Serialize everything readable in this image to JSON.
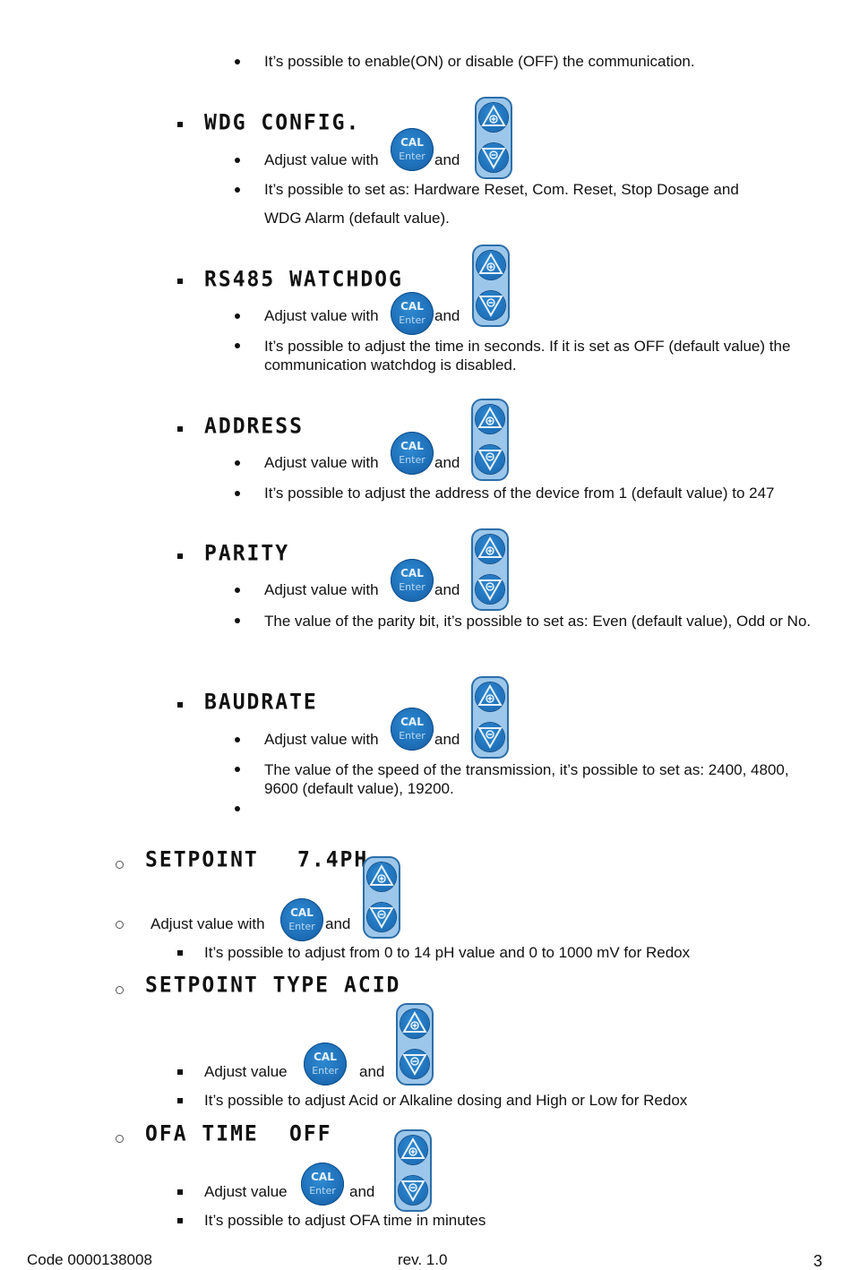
{
  "texts": {
    "comm_enable": "It’s possible to enable(ON) or disable (OFF) the communication.",
    "adjust_with": "Adjust value with",
    "and": "and",
    "adjust_value": "Adjust value",
    "wdg_desc_1": "It’s possible to set as: Hardware Reset, Com. Reset, Stop Dosage and",
    "wdg_desc_2": "WDG Alarm (default value).",
    "rs485_desc": "It’s possible to adjust the time in seconds. If it is set as OFF (default value) the communication watchdog is disabled.",
    "address_desc": "It’s possible to adjust the address of the device from 1 (default value) to 247",
    "parity_desc": "The value of the parity bit, it’s possible to set as: Even (default value), Odd or No.",
    "baud_desc": "The value of the speed of the transmission, it’s possible to set as: 2400, 4800, 9600 (default value), 19200.",
    "setpoint_desc": "It’s possible to adjust from 0 to 14 pH value and 0 to 1000 mV for Redox",
    "sptype_desc": "It’s possible to adjust Acid or Alkaline dosing and High or Low for Redox",
    "ofa_desc": "It’s possible to adjust OFA time in minutes"
  },
  "lcd": {
    "wdg_config": "WDG CONFIG.",
    "rs485_watchdog": "RS485 WATCHDOG",
    "address": "ADDRESS",
    "parity": "PARITY",
    "baudrate": "BAUDRATE",
    "setpoint": "SETPOINT",
    "setpoint_value": "7.4PH",
    "setpoint_type": "SETPOINT TYPE",
    "setpoint_type_value": "ACID",
    "ofa_time": "OFA TIME",
    "ofa_value": "OFF"
  },
  "button": {
    "cal_label": "CAL",
    "enter_label": "Enter",
    "color_primary": "#1e6fb8",
    "color_frame": "#9cc7ea"
  },
  "footer": {
    "code": "Code 0000138008",
    "rev": "rev. 1.0",
    "page": "3"
  }
}
